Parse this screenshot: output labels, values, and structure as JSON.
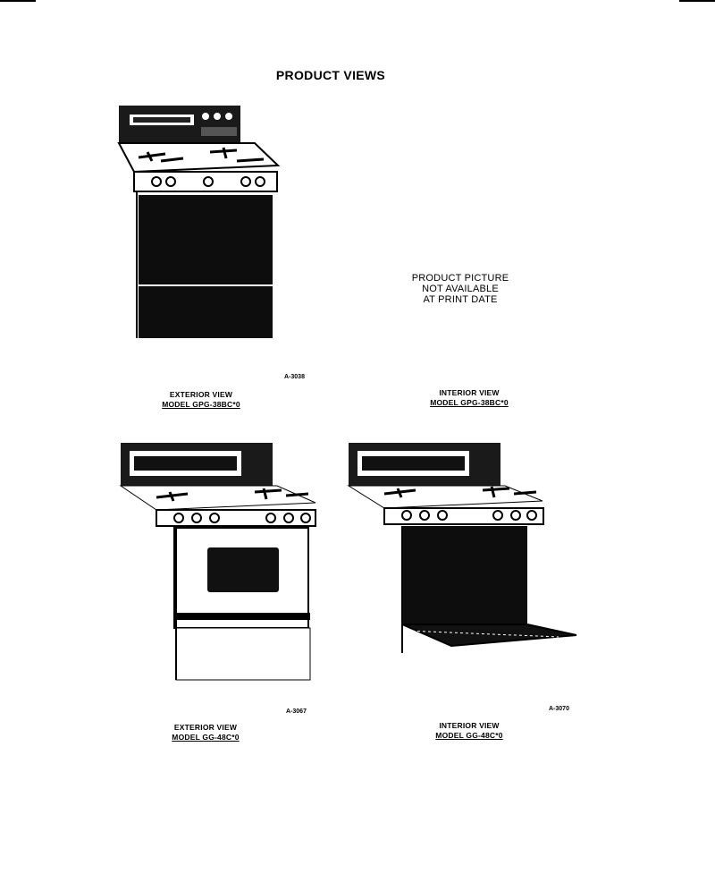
{
  "title": "PRODUCT VIEWS",
  "unavailable_note": [
    "PRODUCT PICTURE",
    "NOT AVAILABLE",
    "AT PRINT DATE"
  ],
  "views": [
    {
      "code": "A-3038",
      "view": "EXTERIOR VIEW",
      "model": "MODEL GPG-38BC*0"
    },
    {
      "view": "INTERIOR VIEW",
      "model": "MODEL GPG-38BC*0"
    },
    {
      "code": "A-3067",
      "view": "EXTERIOR VIEW",
      "model": "MODEL GG-48C*0"
    },
    {
      "code": "A-3070",
      "view": "INTERIOR VIEW",
      "model": "MODEL GG-48C*0"
    }
  ]
}
